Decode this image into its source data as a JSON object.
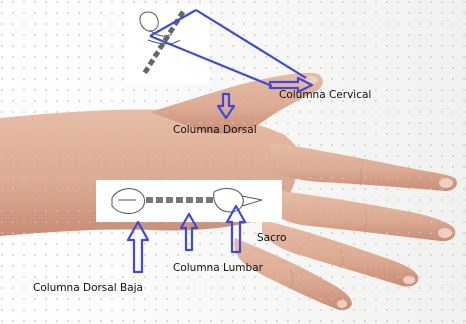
{
  "labels": {
    "cervical": "Columna Cervical",
    "dorsal": "Columna Dorsal",
    "sacro": "Sacro",
    "lumbar": "Columna Lumbar",
    "dorsal_baja": "Columna Dorsal Baja"
  },
  "colors": {
    "arrow": "#3f4bd6",
    "skin": "#e0b09a",
    "background": "#ffffff",
    "dot_grid": "#c9c9c9"
  }
}
